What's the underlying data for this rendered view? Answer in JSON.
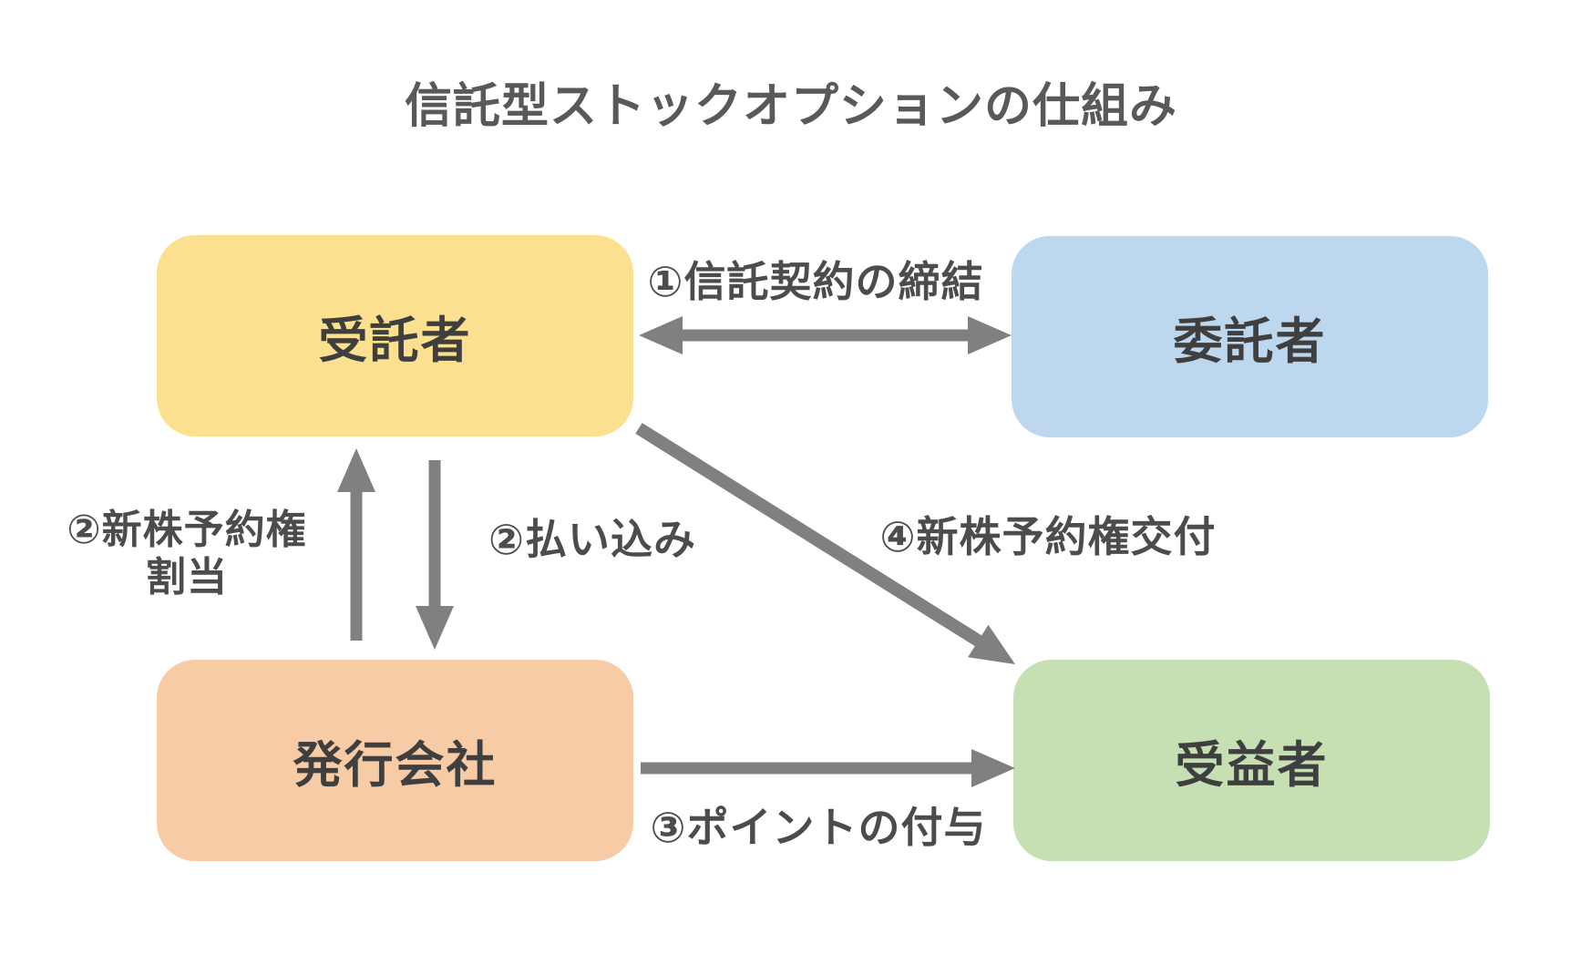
{
  "title": "信託型ストックオプションの仕組み",
  "colors": {
    "background": "#FFFFFF",
    "arrow": "#808080",
    "title_text": "#595959",
    "flow_label_text": "#4C4C4C",
    "box_text": "#3F3F3F"
  },
  "boxes": {
    "trustee": {
      "label": "受託者",
      "fill": "#FBE18F"
    },
    "settlor": {
      "label": "委託者",
      "fill": "#BDD7EE"
    },
    "issuer": {
      "label": "発行会社",
      "fill": "#F7CBA6"
    },
    "beneficiary": {
      "label": "受益者",
      "fill": "#C6E0B4"
    }
  },
  "arrow_labels": {
    "trust_contract": "①信託契約の締結",
    "warrant_allotment": "②新株予約権\n割当",
    "payment": "②払い込み",
    "point_grant": "③ポイントの付与",
    "warrant_delivery": "④新株予約権交付"
  },
  "arrows": [
    {
      "label_key": "trust_contract",
      "from": "受託者",
      "to": "委託者",
      "direction": "both"
    },
    {
      "label_key": "warrant_allotment",
      "from": "発行会社",
      "to": "受託者",
      "direction": "one-way"
    },
    {
      "label_key": "payment",
      "from": "受託者",
      "to": "発行会社",
      "direction": "one-way"
    },
    {
      "label_key": "warrant_delivery",
      "from": "受託者",
      "to": "受益者",
      "direction": "one-way"
    },
    {
      "label_key": "point_grant",
      "from": "発行会社",
      "to": "受益者",
      "direction": "one-way"
    }
  ]
}
